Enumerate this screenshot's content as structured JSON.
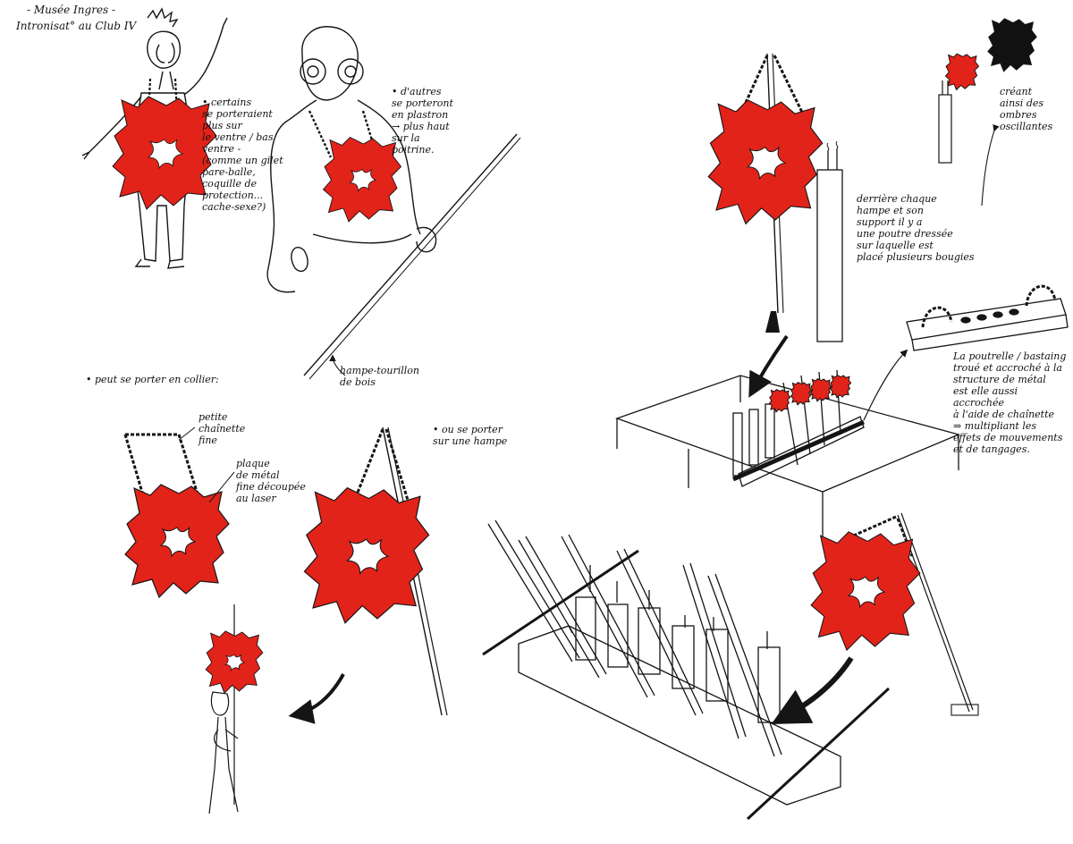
{
  "header": {
    "line1": "- Musée Ingres -",
    "line2": "Intronisat° au Club IV"
  },
  "annotations": {
    "belly": "• certains\nse porteraient\nplus sur\nle ventre / bas\nventre -\n(comme un gilet\npare-balle,\ncoquille de\nprotection...\ncache-sexe?)",
    "chest": "• d'autres\nse porteront\nen plastron\n→ plus haut\nsur la\npoitrine.",
    "pole": "hampe-tourillon\nde bois",
    "necklace": "• peut se porter en collier:",
    "chain": "petite\nchaînette\nfine",
    "plate": "plaque\nde métal\nfine découpée\nau laser",
    "on_pole": "• ou se porter\nsur une hampe",
    "candles": "derrière chaque\nhampe et son\nsupport il y a\nune poutre dressée\nsur laquelle est\nplacé plusieurs bougies",
    "shadows": "créant\nainsi des\nombres\noscillantes",
    "beam": "La poutrelle / bastaing\ntroué et accroché à la\nstructure de métal\nest elle aussi accrochée\nà l'aide de chaînette\n⇒ multipliant les\neffets de mouvements\net de tangages."
  },
  "colors": {
    "ink": "#151515",
    "flag_red": "#e2231a",
    "shadow": "#111111",
    "paper": "#ffffff"
  },
  "icons": {
    "emblem": "star-spider-cutout-icon",
    "candle": "candle-icon",
    "chain": "chain-icon",
    "arrow": "curved-arrow-icon"
  }
}
